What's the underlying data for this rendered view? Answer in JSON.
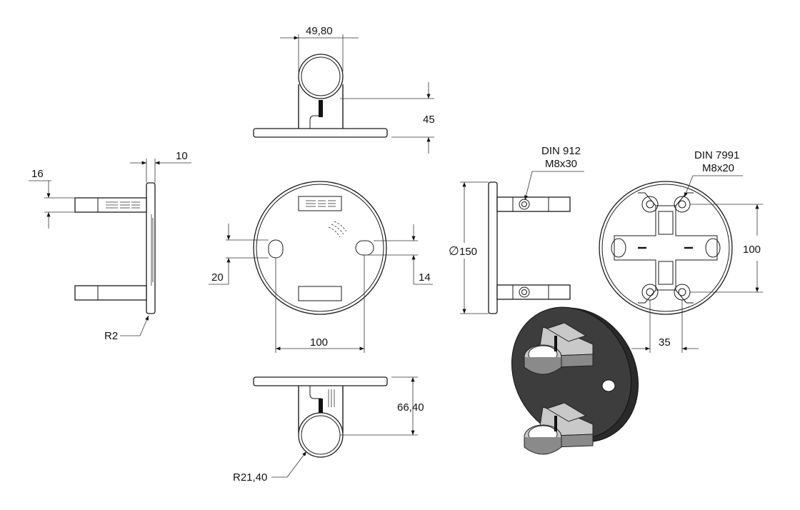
{
  "dimensions": {
    "top_width": "49,80",
    "top_height": "45",
    "plate_thickness": "10",
    "arm_height": "16",
    "edge_radius": "R2",
    "slot_width": "20",
    "slot_height": "14",
    "hole_spacing": "100",
    "diameter_symbol": "∅",
    "diameter": "150",
    "bottom_height": "66,40",
    "ring_radius": "R21,40",
    "back_spacing_vertical": "100",
    "back_spacing_horizontal": "35"
  },
  "callouts": {
    "screw_standard": "DIN 912",
    "screw_size": "M8x30",
    "countersunk_standard": "DIN 7991",
    "countersunk_size": "M8x20"
  },
  "colors": {
    "line": "#1a1a1a",
    "plate_3d": "#3d3d3d",
    "metal_3d": "#c9c9c9"
  }
}
